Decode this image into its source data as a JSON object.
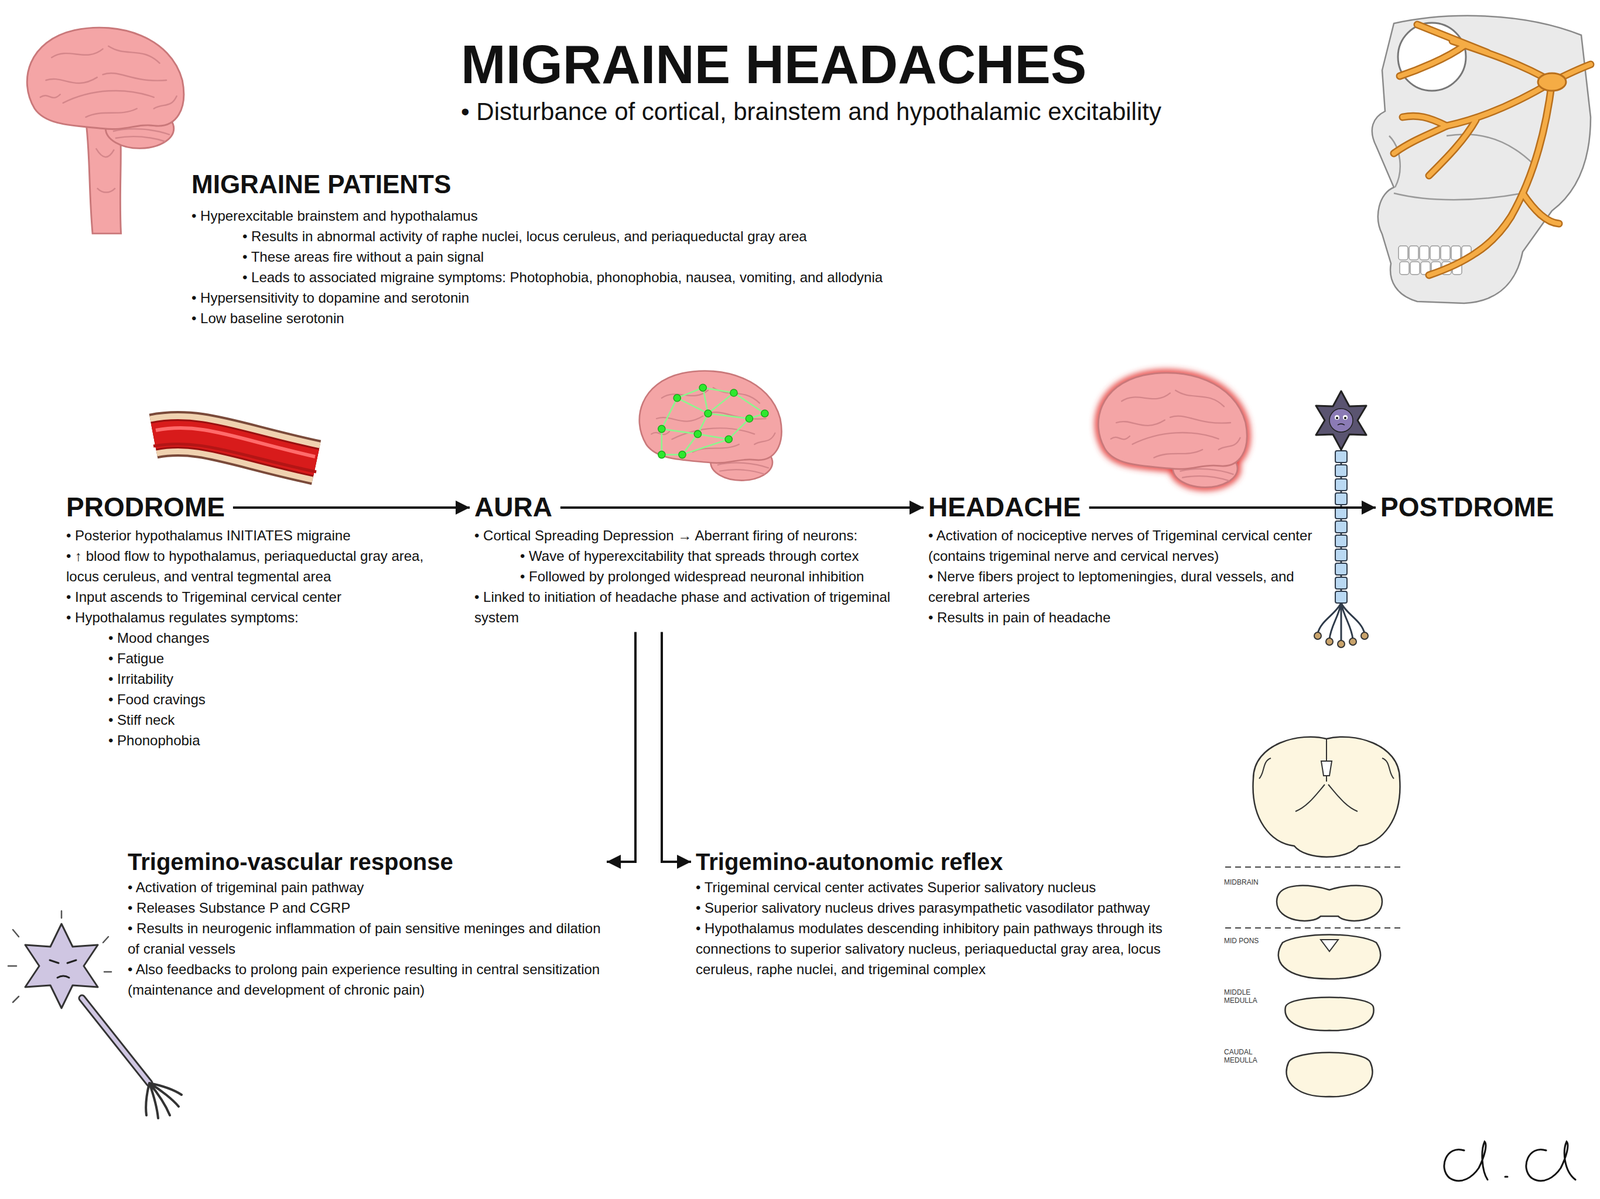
{
  "diagram": {
    "title": "MIGRAINE HEADACHES",
    "nodes": [
      {
        "text": [
          "MIGRAINE PATIENTS",
          "• Hyperexcitable brainstem and hypothalamus",
          "• Results in abnormal activity of raphe nuclei, locus ceruleus, and periaqueductal gray area",
          "• These areas fire without a pain signal",
          "• Leads to associated migraine symptoms: Photophobia, phonophobia, nausea, vomiting, and allodynia",
          "• Hypersensitivity to dopamine and serotonin",
          "• Low baseline serotonin"
        ]
      },
      {
        "text": [
          "PRODROME",
          "• Posterior hypothalamus INITIATES migraine",
          "• ↑ blood flow to hypothalamus, periaqueductal gray area, locus ceruleus, and ventral tegmental area",
          "• Input ascends to Trigeminal cervical center",
          "• Hypothalamus regulates symptoms:",
          "• Mood changes",
          "• Fatigue",
          "• Irritability",
          "• Food cravings",
          "• Stiff neck",
          "• Phonophobia"
        ]
      },
      {
        "text": [
          "AURA",
          "• Cortical Spreading Depression → Aberrant firing of neurons:",
          "• Wave of hyperexcitability that spreads through cortex",
          "• Followed by prolonged widespread neuronal inhibition",
          "• Linked to initiation of headache phase and activation of trigeminal system"
        ]
      },
      {
        "text": [
          "HEADACHE",
          "• Activation of nociceptive nerves of Trigeminal cervical center (contains trigeminal nerve and cervical nerves)",
          "• Nerve fibers project to leptomeningies, dural vessels, and cerebral arteries",
          "• Results in pain of headache"
        ]
      },
      {
        "text": [
          "POSTDROME"
        ]
      },
      {
        "text": [
          "Trigemino-vascular response",
          "• Activation of trigeminal pain pathway",
          "• Releases Substance P and CGRP",
          "• Results in neurogenic inflammation of pain sensitive meninges and dilation of cranial vessels",
          "• Also feedbacks to prolong pain experience resulting in central sensitization (maintenance and development of chronic pain)"
        ]
      },
      {
        "text": [
          "Trigemino-autonomic reflex",
          "• Trigeminal cervical center activates Superior salivatory nucleus",
          "• Superior salivatory nucleus drives parasympathetic vasodilator pathway",
          "• Hypothalamus modulates descending inhibitory pain pathways through its connections to superior salivatory nucleus, periaqueductal gray area, locus ceruleus, raphe nuclei, and trigeminal complex"
        ]
      }
    ],
    "edges": [
      {
        "from": 1,
        "to": 2,
        "arrow": "to"
      },
      {
        "from": 2,
        "to": 3,
        "arrow": "to"
      },
      {
        "from": 3,
        "to": 4,
        "arrow": "to"
      },
      {
        "from": 2,
        "to": 5,
        "arrow": "to"
      },
      {
        "from": 2,
        "to": 6,
        "arrow": "to"
      }
    ],
    "labels": [
      "• Disturbance of cortical, brainstem and hypothalamic excitability",
      "MIDBRAIN",
      "MID PONS",
      "MIDDLE MEDULLA",
      "CAUDAL MEDULLA"
    ]
  }
}
